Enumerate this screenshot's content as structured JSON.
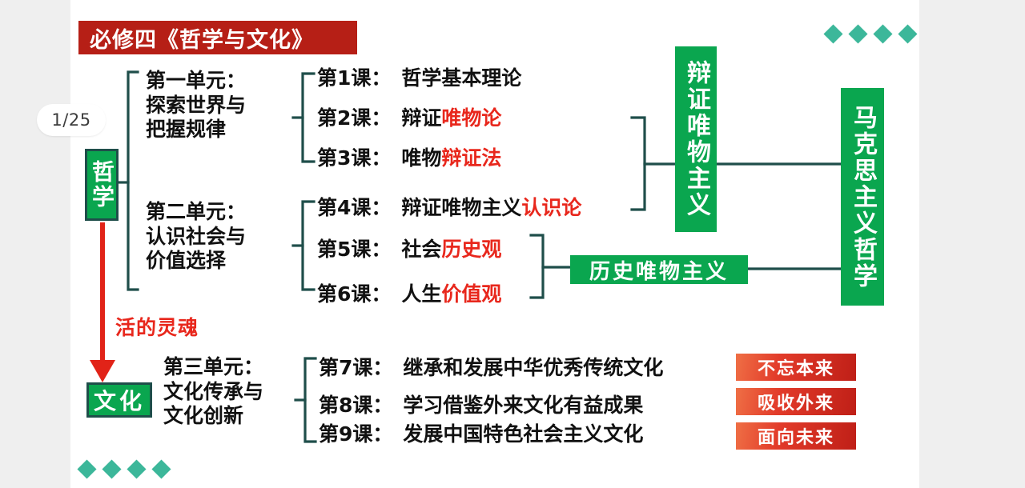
{
  "page": {
    "indicator": "1/25",
    "title": "必修四《哲学与文化》"
  },
  "colors": {
    "banner_red": "#b61f16",
    "green": "#0aa64f",
    "dark_teal": "#1f4e4a",
    "highlight_red": "#e8271c",
    "diamond_teal": "#3cb79a",
    "tag_red": "#cf2318",
    "text_black": "#111111",
    "canvas": "#ffffff",
    "page_bg": "#efefef"
  },
  "root_nodes": {
    "philosophy": "哲学",
    "culture": "文化",
    "soul_link": "活的灵魂"
  },
  "units": [
    {
      "id": "unit-1",
      "text": "第一单元：\n探索世界与\n把握规律"
    },
    {
      "id": "unit-2",
      "text": "第二单元：\n认识社会与\n价值选择"
    },
    {
      "id": "unit-3",
      "text": "第三单元：\n文化传承与\n文化创新"
    }
  ],
  "lessons": [
    {
      "num": "第1课：",
      "plain": "哲学基本理论",
      "highlight": ""
    },
    {
      "num": "第2课：",
      "plain": "辩证",
      "highlight": "唯物论"
    },
    {
      "num": "第3课：",
      "plain": "唯物",
      "highlight": "辩证法"
    },
    {
      "num": "第4课：",
      "plain": "辩证唯物主义",
      "highlight": "认识论"
    },
    {
      "num": "第5课：",
      "plain": "社会",
      "highlight": "历史观"
    },
    {
      "num": "第6课：",
      "plain": "人生",
      "highlight": "价值观"
    },
    {
      "num": "第7课：",
      "plain": "继承和发展中华优秀传统文化",
      "highlight": ""
    },
    {
      "num": "第8课：",
      "plain": "学习借鉴外来文化有益成果",
      "highlight": ""
    },
    {
      "num": "第9课：",
      "plain": "发展中国特色社会主义文化",
      "highlight": ""
    }
  ],
  "summary_boxes": {
    "dialectical_materialism": "辩证唯物主义",
    "historical_materialism": "历史唯物主义",
    "marxist_philosophy": "马克思主义哲学"
  },
  "culture_tags": [
    "不忘本来",
    "吸收外来",
    "面向未来"
  ],
  "decorations": {
    "diamond_count_top_right": 4,
    "diamond_count_bottom_left": 4
  }
}
